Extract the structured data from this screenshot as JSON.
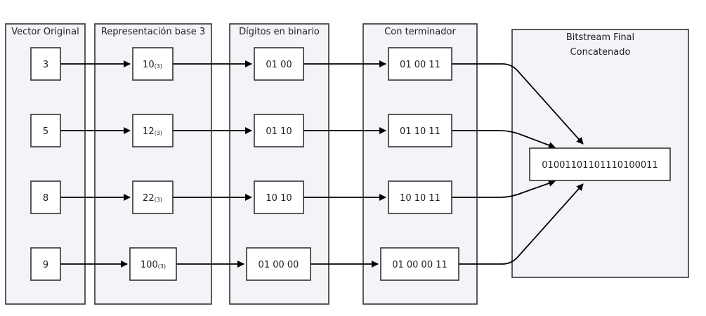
{
  "lanes": {
    "original": "Vector Original",
    "base3": "Representación base 3",
    "binary": "Dígitos en binario",
    "terminator": "Con terminador",
    "final_line1": "Bitstream Final",
    "final_line2": "Concatenado"
  },
  "rows": [
    {
      "value": "3",
      "base3": "10",
      "binary": "01 00",
      "terminated": "01 00 11"
    },
    {
      "value": "5",
      "base3": "12",
      "binary": "01 10",
      "terminated": "01 10 11"
    },
    {
      "value": "8",
      "base3": "22",
      "binary": "10 10",
      "terminated": "10 10 11"
    },
    {
      "value": "9",
      "base3": "100",
      "binary": "01 00 00",
      "terminated": "01 00 00 11"
    }
  ],
  "base_subscript": "(3)",
  "bitstream": "01001101101110100011"
}
